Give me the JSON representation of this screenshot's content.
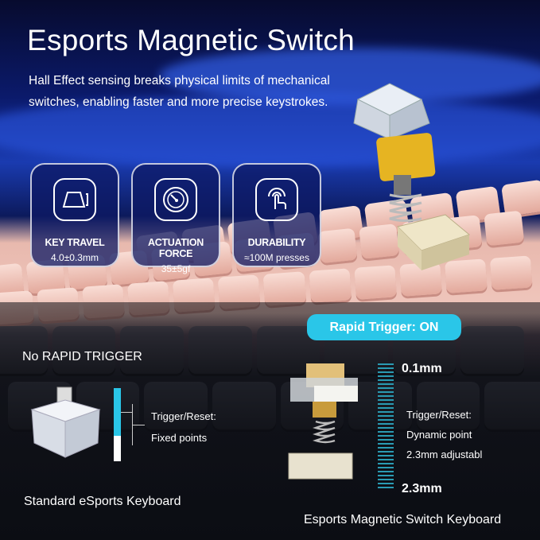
{
  "title": "Esports Magnetic Switch",
  "description": "Hall Effect sensing breaks physical limits of mechanical switches, enabling faster and more precise keystrokes.",
  "features": [
    {
      "icon": "key-travel-icon",
      "label": "KEY TRAVEL",
      "value": "4.0±0.3mm"
    },
    {
      "icon": "gauge-icon",
      "label": "ACTUATION FORCE",
      "value": "35±5gf"
    },
    {
      "icon": "finger-press-icon",
      "label": "DURABILITY",
      "value": "≈100M presses"
    }
  ],
  "left": {
    "heading": "No RAPID TRIGGER",
    "line1": "Trigger/Reset:",
    "line2": "Fixed points",
    "caption": "Standard eSports Keyboard"
  },
  "right": {
    "badge": "Rapid Trigger: ON",
    "scale_top": "0.1mm",
    "scale_bottom": "2.3mm",
    "line1": "Trigger/Reset:",
    "line2": "Dynamic point",
    "line3": "2.3mm adjustabl",
    "caption": "Esports Magnetic Switch Keyboard"
  },
  "colors": {
    "accent": "#2ac6e8",
    "card_bg": "#0e1964",
    "switch_yellow": "#e6b422"
  }
}
